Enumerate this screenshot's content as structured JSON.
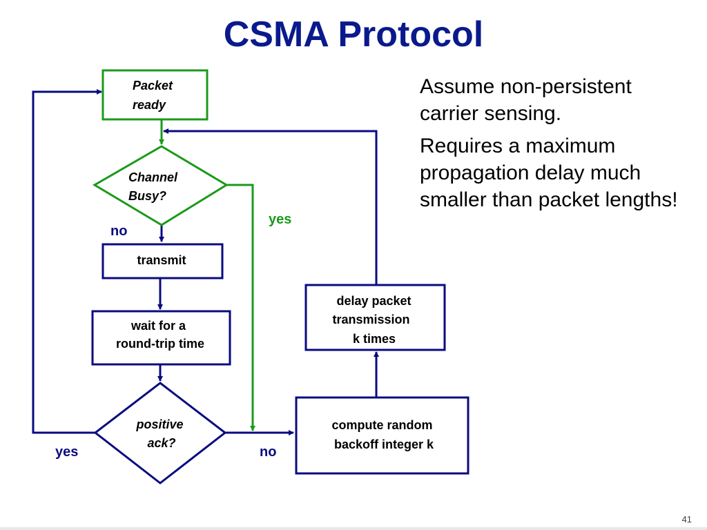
{
  "title": "CSMA Protocol",
  "colors": {
    "green": "#1a9a1a",
    "navy": "#0a0a80",
    "title": "#0a1a8c"
  },
  "flowchart": {
    "packet_ready": [
      "Packet",
      "ready"
    ],
    "channel_busy": [
      "Channel",
      "Busy?"
    ],
    "transmit": "transmit",
    "wait": [
      "wait for a",
      "round-trip time"
    ],
    "positive_ack": [
      "positive",
      "ack?"
    ],
    "delay": [
      "delay packet",
      "transmission",
      "k times"
    ],
    "compute": [
      "compute random",
      "backoff integer k"
    ],
    "label_no_channel": "no",
    "label_yes_channel": "yes",
    "label_yes_ack": "yes",
    "label_no_ack": "no"
  },
  "notes": [
    "Assume non-persistent carrier sensing.",
    "Requires a maximum propagation delay much smaller than packet lengths!"
  ],
  "page_number": "41"
}
